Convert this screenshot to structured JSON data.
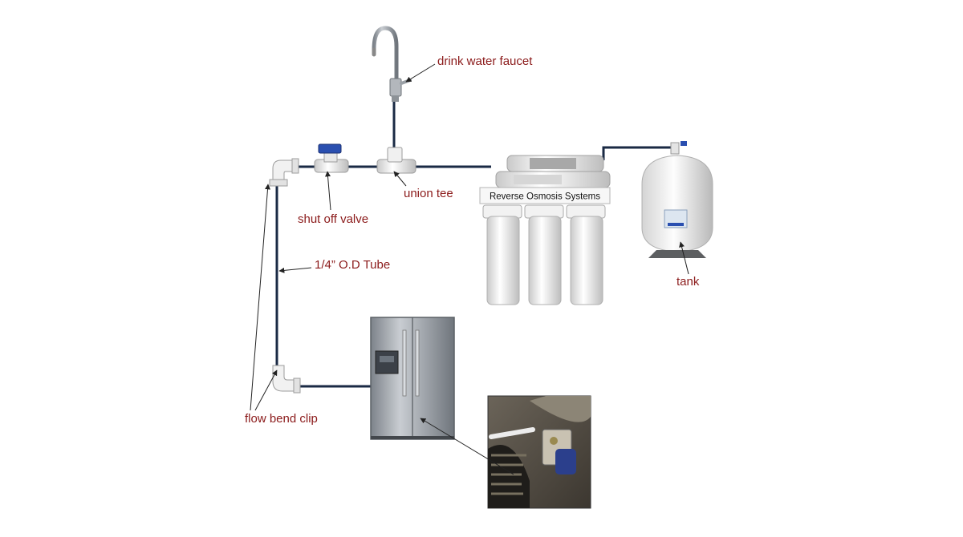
{
  "labels": {
    "faucet": "drink water faucet",
    "union_tee": "union tee",
    "shut_off_valve": "shut off valve",
    "tube": "1/4” O.D Tube",
    "tank": "tank",
    "flow_bend_clip": "flow bend clip"
  },
  "system_label": "Reverse Osmosis Systems",
  "colors": {
    "label_text": "#8b1a1a",
    "tube": "#1a2a44",
    "valve_handle": "#2a4fb0",
    "fridge_steel": "#9aa0a6"
  }
}
